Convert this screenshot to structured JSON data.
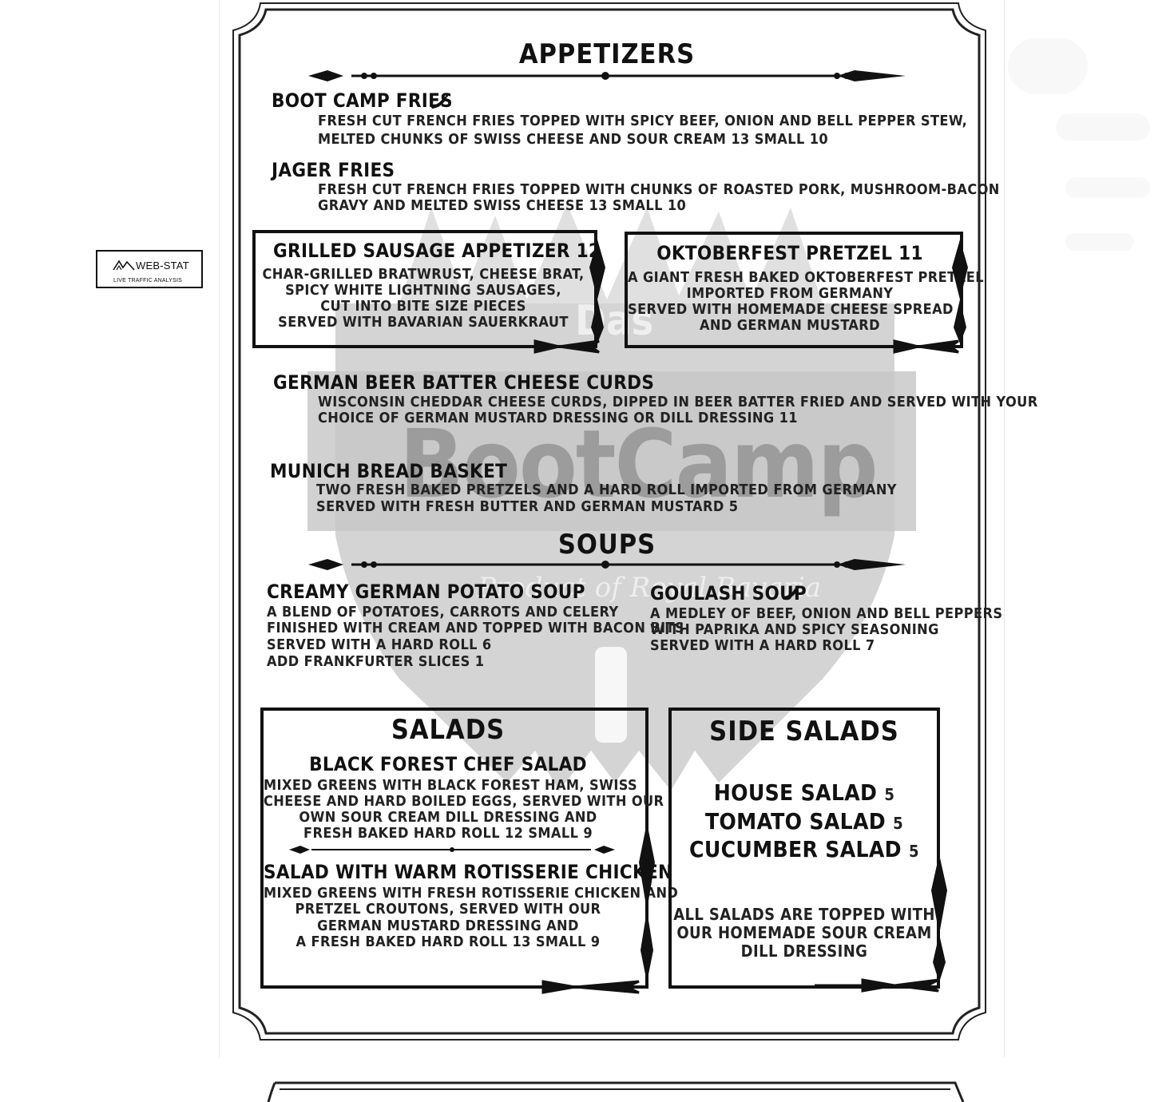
{
  "widget": {
    "brand": "WEB-STAT",
    "tagline": "LIVE TRAFFIC ANALYSIS"
  },
  "watermark": {
    "top": "Das",
    "main": "BootCamp",
    "script": "Product of Royal Bavaria"
  },
  "appetizers": {
    "heading": "APPETIZERS",
    "boot_camp_fries": {
      "name": "BOOT CAMP FRIES",
      "line1": "FRESH CUT FRENCH FRIES TOPPED WITH SPICY BEEF, ONION AND BELL PEPPER STEW,",
      "line2": "MELTED CHUNKS OF SWISS CHEESE AND SOUR CREAM  13  SMALL 10"
    },
    "jager_fries": {
      "name": "JAGER FRIES",
      "line1": "FRESH CUT FRENCH FRIES TOPPED WITH CHUNKS OF ROASTED PORK, MUSHROOM-BACON",
      "line2": "GRAVY AND MELTED SWISS CHEESE  13  SMALL 10"
    },
    "sausage": {
      "name": "GRILLED SAUSAGE APPETIZER 12",
      "line1": "CHAR-GRILLED BRATWRUST, CHEESE BRAT,",
      "line2": "SPICY WHITE LIGHTNING SAUSAGES,",
      "line3": "CUT INTO BITE SIZE PIECES",
      "line4": "SERVED WITH BAVARIAN SAUERKRAUT"
    },
    "pretzel": {
      "name": "OKTOBERFEST PRETZEL  11",
      "line1": "A GIANT FRESH BAKED OKTOBERFEST PRETZEL",
      "line2": "IMPORTED FROM GERMANY",
      "line3": "SERVED WITH HOMEMADE CHEESE SPREAD",
      "line4": "AND GERMAN MUSTARD"
    },
    "curds": {
      "name": "GERMAN BEER BATTER CHEESE CURDS",
      "line1": "WISCONSIN CHEDDAR CHEESE CURDS, DIPPED IN BEER BATTER FRIED AND SERVED WITH YOUR",
      "line2": "CHOICE OF GERMAN MUSTARD DRESSING OR DILL DRESSING  11"
    },
    "bread": {
      "name": "MUNICH BREAD BASKET",
      "line1": "TWO FRESH BAKED PRETZELS AND A HARD ROLL IMPORTED FROM GERMANY",
      "line2": "SERVED WITH FRESH BUTTER AND GERMAN MUSTARD  5"
    }
  },
  "soups": {
    "heading": "SOUPS",
    "potato": {
      "name": "CREAMY GERMAN POTATO SOUP",
      "line1": "A BLEND OF POTATOES, CARROTS AND CELERY",
      "line2": "FINISHED WITH CREAM AND TOPPED WITH BACON BITS",
      "line3": "SERVED WITH A HARD ROLL  6",
      "line4": "ADD FRANKFURTER SLICES 1"
    },
    "goulash": {
      "name": "GOULASH SOUP",
      "line1": "A MEDLEY OF BEEF, ONION AND BELL PEPPERS",
      "line2": "WITH PAPRIKA AND SPICY SEASONING",
      "line3": "SERVED WITH A HARD ROLL  7"
    }
  },
  "salads": {
    "heading": "SALADS",
    "chef": {
      "name": "BLACK FOREST CHEF SALAD",
      "line1": "MIXED GREENS WITH BLACK FOREST HAM, SWISS",
      "line2": "CHEESE AND HARD BOILED EGGS, SERVED WITH OUR",
      "line3": "OWN SOUR CREAM DILL DRESSING AND",
      "line4": "FRESH BAKED HARD ROLL  12 SMALL 9"
    },
    "chicken": {
      "name": "SALAD WITH WARM ROTISSERIE CHICKEN",
      "line1": "MIXED GREENS WITH FRESH ROTISSERIE CHICKEN AND",
      "line2": "PRETZEL CROUTONS, SERVED WITH OUR",
      "line3": "GERMAN MUSTARD DRESSING AND",
      "line4": "A FRESH BAKED HARD ROLL  13 SMALL 9"
    }
  },
  "side_salads": {
    "heading": "SIDE SALADS",
    "house": "HOUSE SALAD",
    "house_price": "5",
    "tomato": "TOMATO SALAD",
    "tomato_price": "5",
    "cucumber": "CUCUMBER SALAD",
    "cucumber_price": "5",
    "note1": "ALL SALADS ARE TOPPED WITH",
    "note2": "OUR HOMEMADE SOUR CREAM",
    "note3": "DILL DRESSING"
  },
  "icons": [
    "chili-pepper-icon",
    "ornamental-divider-icon",
    "web-stat-logo-icon"
  ]
}
